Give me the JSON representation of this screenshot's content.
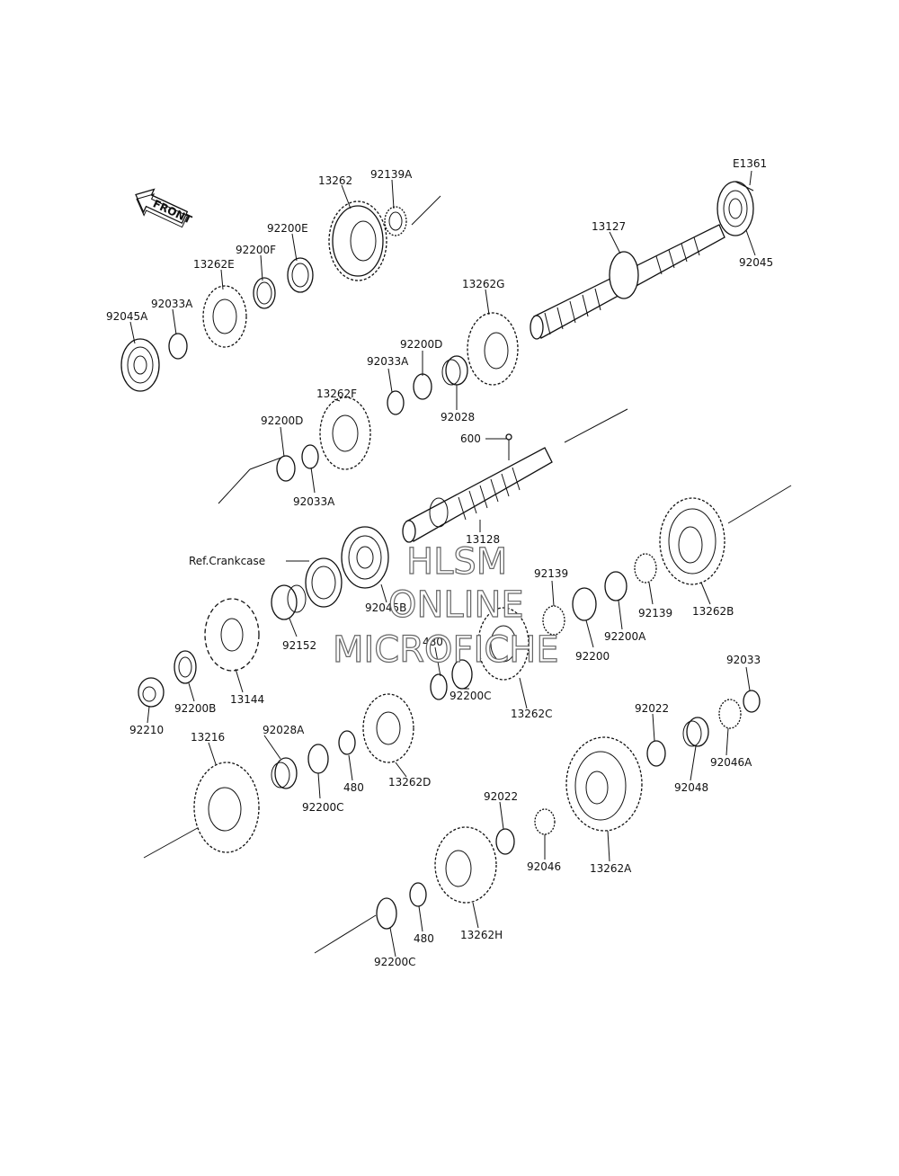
{
  "diagram_code": "E1361",
  "front_label": "FRONT",
  "ref_label": "Ref.Crankcase",
  "watermark": [
    "HLSM",
    "ONLINE",
    "MICROFICHE"
  ],
  "labels": {
    "l_13262": "13262",
    "l_92139A": "92139A",
    "l_92200E": "92200E",
    "l_92200F": "92200F",
    "l_13262E": "13262E",
    "l_92033A_1": "92033A",
    "l_92045A": "92045A",
    "l_E1361_part": "92045",
    "l_13127": "13127",
    "l_13262G": "13262G",
    "l_92200D_1": "92200D",
    "l_92033A_2": "92033A",
    "l_13262F": "13262F",
    "l_92028": "92028",
    "l_92200D_2": "92200D",
    "l_92033A_3": "92033A",
    "l_600": "600",
    "l_13128": "13128",
    "l_92045B": "92045B",
    "l_92152": "92152",
    "l_13144": "13144",
    "l_92200B": "92200B",
    "l_92210": "92210",
    "l_480_1": "480",
    "l_92200C_1": "92200C",
    "l_13262C": "13262C",
    "l_92139_1": "92139",
    "l_92200": "92200",
    "l_92200A": "92200A",
    "l_92139_2": "92139",
    "l_13262B": "13262B",
    "l_92033": "92033",
    "l_92022_1": "92022",
    "l_92046A": "92046A",
    "l_92048": "92048",
    "l_13216": "13216",
    "l_92028A": "92028A",
    "l_92200C_2": "92200C",
    "l_480_2": "480",
    "l_13262D": "13262D",
    "l_92022_2": "92022",
    "l_92046": "92046",
    "l_13262A": "13262A",
    "l_480_3": "480",
    "l_13262H": "13262H",
    "l_92200C_3": "92200C"
  }
}
